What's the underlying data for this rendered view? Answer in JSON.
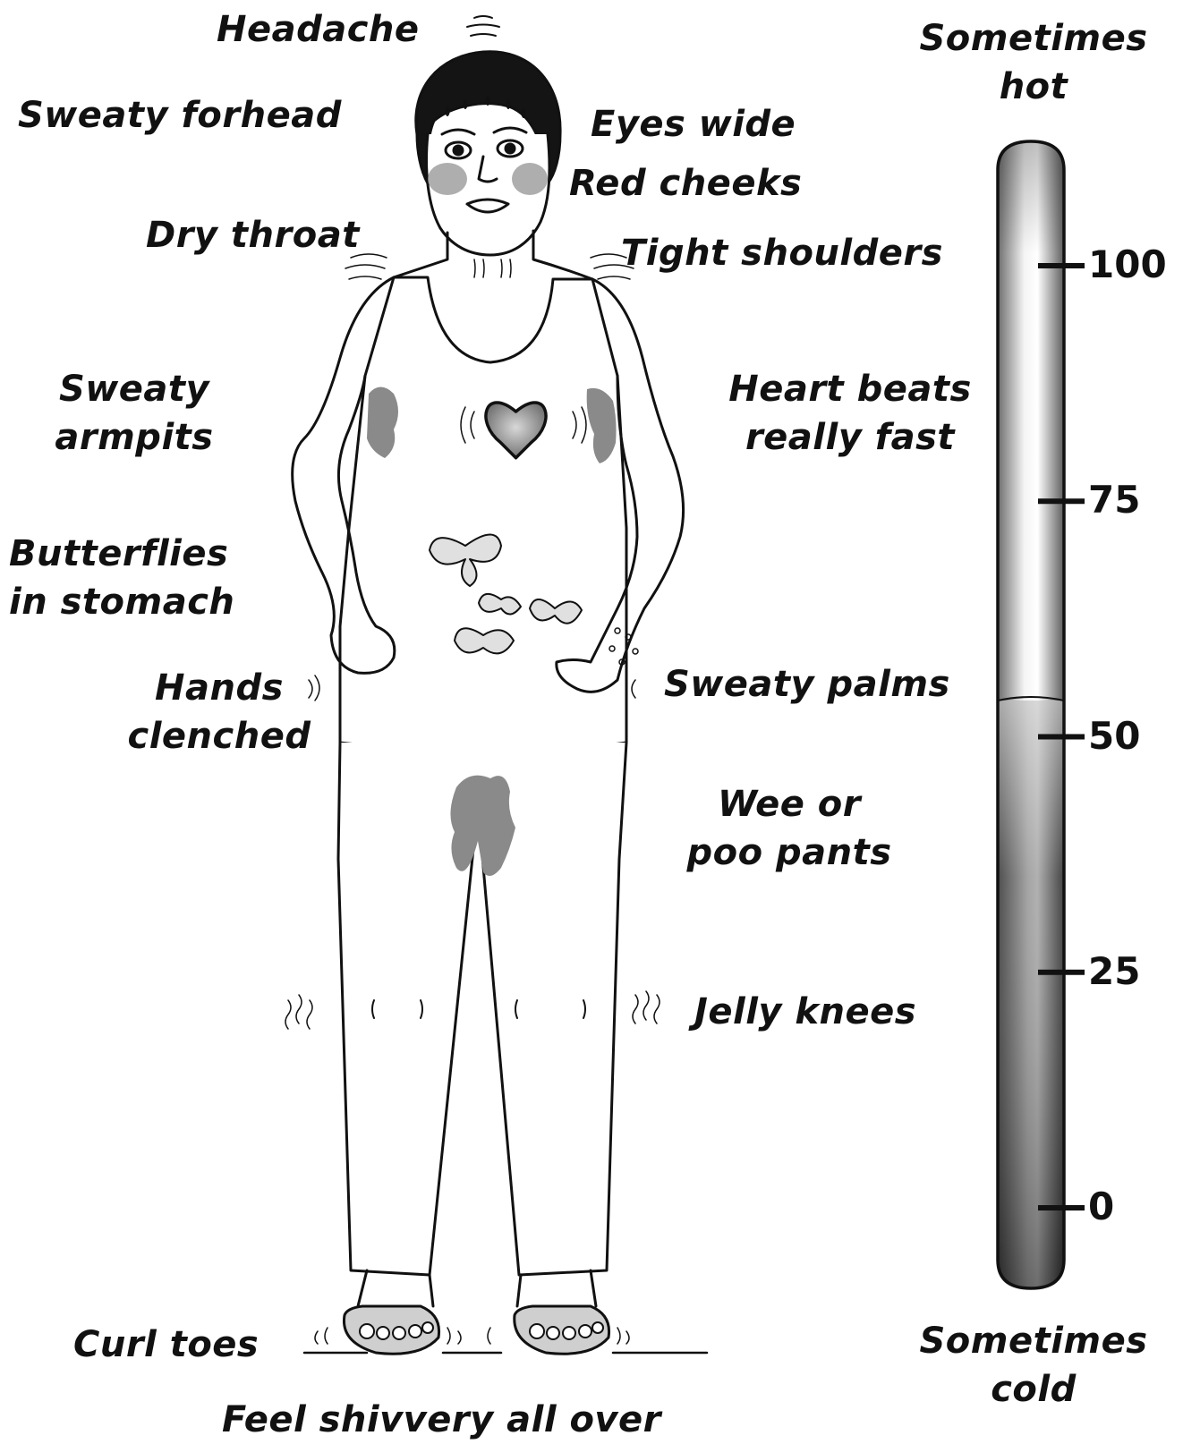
{
  "labels": {
    "headache": "Headache",
    "sweaty_forehead": "Sweaty forhead",
    "eyes_wide": "Eyes wide",
    "red_cheeks": "Red cheeks",
    "dry_throat": "Dry throat",
    "tight_shoulders": "Tight shoulders",
    "sweaty_armpits_1": "Sweaty",
    "sweaty_armpits_2": "armpits",
    "heart_1": "Heart beats",
    "heart_2": "really fast",
    "butterflies_1": "Butterflies",
    "butterflies_2": "in stomach",
    "hands_1": "Hands",
    "hands_2": "clenched",
    "sweaty_palms": "Sweaty palms",
    "wee_1": "Wee or",
    "wee_2": "poo pants",
    "jelly_knees": "Jelly knees",
    "curl_toes": "Curl toes",
    "shivvery": "Feel shivvery all over"
  },
  "thermometer": {
    "top_1": "Sometimes",
    "top_2": "hot",
    "bottom_1": "Sometimes",
    "bottom_2": "cold",
    "scale_min": 0,
    "scale_max": 100,
    "divider_value": 50,
    "ticks": [
      {
        "value": 100,
        "label": "100"
      },
      {
        "value": 75,
        "label": "75"
      },
      {
        "value": 50,
        "label": "50"
      },
      {
        "value": 25,
        "label": "25"
      },
      {
        "value": 0,
        "label": "0"
      }
    ]
  }
}
